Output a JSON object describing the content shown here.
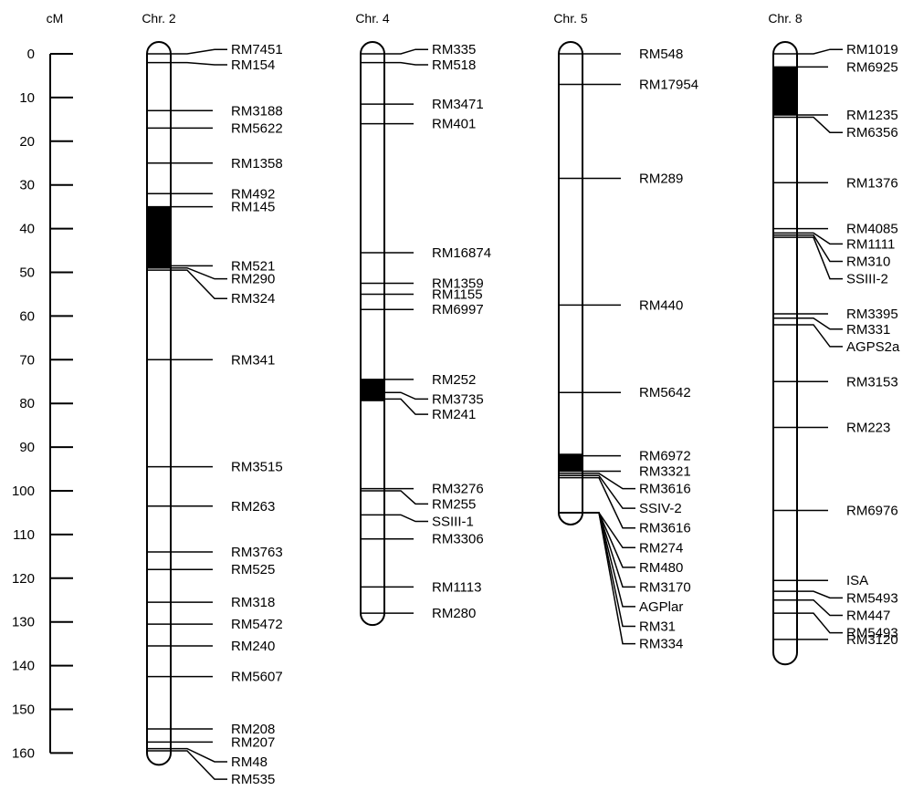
{
  "scale": {
    "unit": "cM",
    "ticks": [
      0,
      10,
      20,
      30,
      40,
      50,
      60,
      70,
      80,
      90,
      100,
      110,
      120,
      130,
      140,
      150,
      160
    ]
  },
  "colors": {
    "line": "#000000",
    "fill": "#ffffff",
    "region": "#000000"
  },
  "chromosomes": [
    {
      "name": "Chr. 2",
      "length_cm": 160,
      "regions": [
        [
          35,
          49
        ]
      ],
      "markers": [
        {
          "label": "RM7451",
          "pos": 0,
          "lpos": -1
        },
        {
          "label": "RM154",
          "pos": 2,
          "lpos": 2.5
        },
        {
          "label": "RM3188",
          "pos": 13
        },
        {
          "label": "RM5622",
          "pos": 17
        },
        {
          "label": "RM1358",
          "pos": 25
        },
        {
          "label": "RM492",
          "pos": 32
        },
        {
          "label": "RM145",
          "pos": 35
        },
        {
          "label": "RM521",
          "pos": 48.5
        },
        {
          "label": "RM290",
          "pos": 49,
          "lpos": 51.5
        },
        {
          "label": "RM324",
          "pos": 49.5,
          "lpos": 56
        },
        {
          "label": "RM341",
          "pos": 70
        },
        {
          "label": "RM3515",
          "pos": 94.5
        },
        {
          "label": "RM263",
          "pos": 103.5
        },
        {
          "label": "RM3763",
          "pos": 114
        },
        {
          "label": "RM525",
          "pos": 118
        },
        {
          "label": "RM318",
          "pos": 125.5
        },
        {
          "label": "RM5472",
          "pos": 130.5
        },
        {
          "label": "RM240",
          "pos": 135.5
        },
        {
          "label": "RM5607",
          "pos": 142.5
        },
        {
          "label": "RM208",
          "pos": 154.5
        },
        {
          "label": "RM207",
          "pos": 157.5
        },
        {
          "label": "RM48",
          "pos": 159,
          "lpos": 162
        },
        {
          "label": "RM535",
          "pos": 159.5,
          "lpos": 166
        }
      ]
    },
    {
      "name": "Chr. 4",
      "length_cm": 128,
      "regions": [
        [
          74.5,
          79.5
        ]
      ],
      "markers": [
        {
          "label": "RM335",
          "pos": 0,
          "lpos": -1
        },
        {
          "label": "RM518",
          "pos": 2,
          "lpos": 2.5
        },
        {
          "label": "RM3471",
          "pos": 11.5
        },
        {
          "label": "RM401",
          "pos": 16
        },
        {
          "label": "RM16874",
          "pos": 45.5
        },
        {
          "label": "RM1359",
          "pos": 52.5
        },
        {
          "label": "RM1155",
          "pos": 55
        },
        {
          "label": "RM6997",
          "pos": 58.5
        },
        {
          "label": "RM252",
          "pos": 74.5
        },
        {
          "label": "RM3735",
          "pos": 77.5,
          "lpos": 79
        },
        {
          "label": "RM241",
          "pos": 79,
          "lpos": 82.5
        },
        {
          "label": "RM3276",
          "pos": 99.5
        },
        {
          "label": "RM255",
          "pos": 100,
          "lpos": 103
        },
        {
          "label": "SSIII-1",
          "pos": 105.5,
          "lpos": 107
        },
        {
          "label": "RM3306",
          "pos": 111
        },
        {
          "label": "RM1113",
          "pos": 122
        },
        {
          "label": "RM280",
          "pos": 128
        }
      ]
    },
    {
      "name": "Chr. 5",
      "length_cm": 105,
      "regions": [
        [
          91.5,
          95.5
        ]
      ],
      "markers": [
        {
          "label": "RM548",
          "pos": 0
        },
        {
          "label": "RM17954",
          "pos": 7
        },
        {
          "label": "RM289",
          "pos": 28.5
        },
        {
          "label": "RM440",
          "pos": 57.5
        },
        {
          "label": "RM5642",
          "pos": 77.5
        },
        {
          "label": "RM6972",
          "pos": 92
        },
        {
          "label": "RM3321",
          "pos": 95.5
        },
        {
          "label": "RM3616",
          "pos": 96,
          "lpos": 99.5
        },
        {
          "label": "SSIV-2",
          "pos": 96.5,
          "lpos": 104
        },
        {
          "label": "RM3616",
          "pos": 97,
          "lpos": 108.5
        },
        {
          "label": "RM274",
          "pos": 105,
          "lpos": 113
        },
        {
          "label": "RM480",
          "pos": 105,
          "lpos": 117.5
        },
        {
          "label": "RM3170",
          "pos": 105,
          "lpos": 122
        },
        {
          "label": "AGPlar",
          "pos": 105,
          "lpos": 126.5
        },
        {
          "label": "RM31",
          "pos": 105,
          "lpos": 131
        },
        {
          "label": "RM334",
          "pos": 105,
          "lpos": 135
        }
      ]
    },
    {
      "name": "Chr. 8",
      "length_cm": 137,
      "regions": [
        [
          3,
          14
        ]
      ],
      "markers": [
        {
          "label": "RM1019",
          "pos": 0,
          "lpos": -1
        },
        {
          "label": "RM6925",
          "pos": 3,
          "lpos": 3
        },
        {
          "label": "RM1235",
          "pos": 14
        },
        {
          "label": "RM6356",
          "pos": 14.5,
          "lpos": 18
        },
        {
          "label": "RM1376",
          "pos": 29.5
        },
        {
          "label": "RM4085",
          "pos": 40
        },
        {
          "label": "RM1111",
          "pos": 41,
          "lpos": 43.5
        },
        {
          "label": "RM310",
          "pos": 41.5,
          "lpos": 47.5
        },
        {
          "label": "SSIII-2",
          "pos": 42,
          "lpos": 51.5
        },
        {
          "label": "RM3395",
          "pos": 59.5
        },
        {
          "label": "RM331",
          "pos": 60.5,
          "lpos": 63
        },
        {
          "label": "AGPS2a",
          "pos": 62,
          "lpos": 67
        },
        {
          "label": "RM3153",
          "pos": 75
        },
        {
          "label": "RM223",
          "pos": 85.5
        },
        {
          "label": "RM6976",
          "pos": 104.5
        },
        {
          "label": "ISA",
          "pos": 120.5
        },
        {
          "label": "RM5493",
          "pos": 123,
          "lpos": 124.5
        },
        {
          "label": "RM447",
          "pos": 125,
          "lpos": 128.5
        },
        {
          "label": "RM5493",
          "pos": 128,
          "lpos": 132.5
        },
        {
          "label": "RM3120",
          "pos": 134
        }
      ]
    }
  ]
}
